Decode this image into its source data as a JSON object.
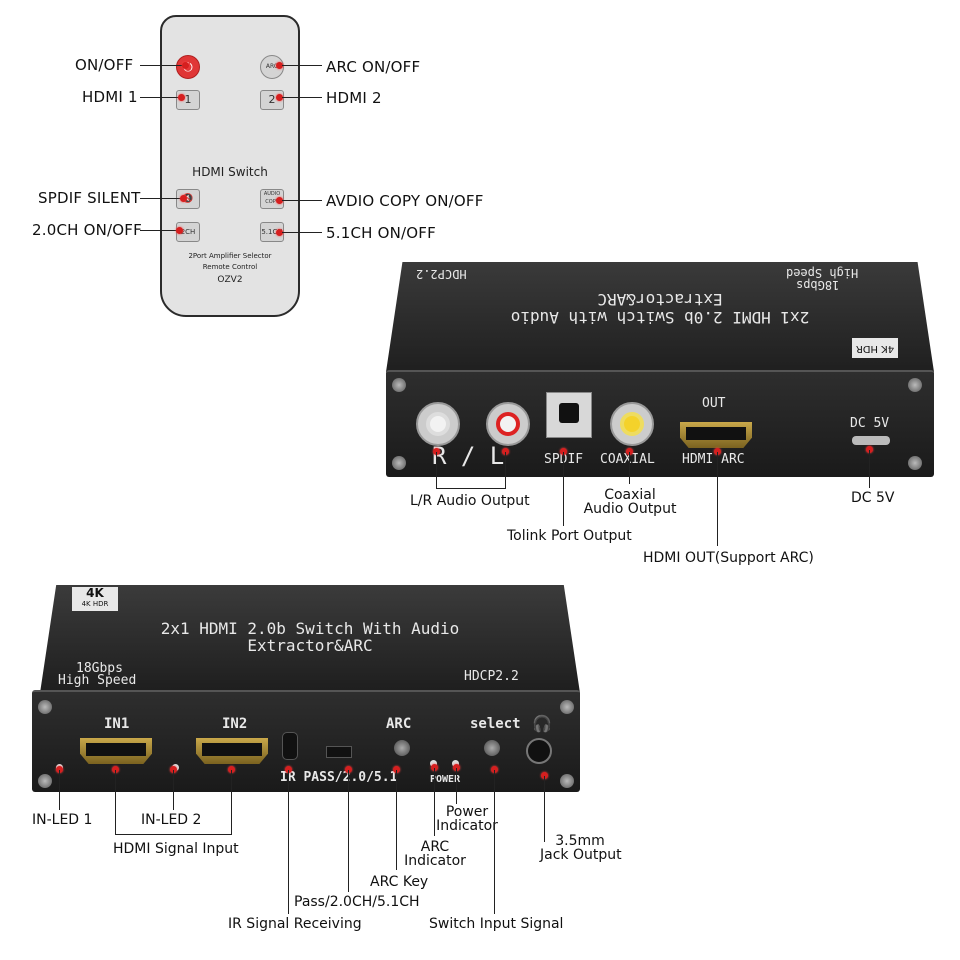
{
  "remote": {
    "buttons": {
      "power": "⏻",
      "arc": "ARC",
      "hdmi1": "1",
      "hdmi2": "2",
      "mute": "🔇",
      "audio_copy": "AUDIO COPY",
      "ch2": "2CH",
      "ch51": "5.1CH"
    },
    "title": "HDMI Switch",
    "caption_line1": "2Port Amplifier Selector",
    "caption_line2": "Remote Control",
    "model": "OZV2",
    "labels": {
      "on_off": "ON/OFF",
      "hdmi1": "HDMI 1",
      "spdif_silent": "SPDIF SILENT",
      "ch20": "2.0CH ON/OFF",
      "arc_on_off": "ARC ON/OFF",
      "hdmi2": "HDMI 2",
      "audio_copy": "AVDIO COPY ON/OFF",
      "ch51": "5.1CH ON/OFF"
    }
  },
  "device_back": {
    "top_title_line1": "2x1 HDMI 2.0b Switch with Audio",
    "top_title_line2": "Extractor&ARC",
    "top_hdcp": "HDCP2.2",
    "top_speed_line1": "18Gbps",
    "top_speed_line2": "High Speed",
    "badge": "4K HDR",
    "port_rl": "R / L",
    "port_spdif": "SPDIF",
    "port_coaxial": "COAXIAL",
    "port_out": "OUT",
    "port_hdmi_arc": "HDMI ARC",
    "port_dc": "DC 5V",
    "callouts": {
      "lr_audio": "L/R Audio Output",
      "toslink": "Tolink Port Output",
      "coaxial_line1": "Coaxial",
      "coaxial_line2": "Audio Output",
      "hdmi_out": "HDMI OUT(Support ARC)",
      "dc": "DC 5V"
    }
  },
  "device_front": {
    "top_title_line1": "2x1 HDMI 2.0b Switch With Audio",
    "top_title_line2": "Extractor&ARC",
    "top_speed_line1": "18Gbps",
    "top_speed_line2": "High Speed",
    "top_hdcp": "HDCP2.2",
    "badge_big": "4K",
    "badge_small": "4K  HDR",
    "port_in1": "IN1",
    "port_in2": "IN2",
    "port_arc": "ARC",
    "port_select": "select",
    "port_headphone": "🎧",
    "port_ir": "IR PASS/2.0/5.1",
    "port_power": "POWER",
    "callouts": {
      "in_led1": "IN-LED 1",
      "in_led2": "IN-LED 2",
      "hdmi_signal": "HDMI Signal Input",
      "ir_receiving": "IR Signal Receiving",
      "pass": "Pass/2.0CH/5.1CH",
      "arc_key": "ARC Key",
      "arc_ind_line1": "ARC",
      "arc_ind_line2": "Indicator",
      "power_ind_line1": "Power",
      "power_ind_line2": "Indicator",
      "switch_input": "Switch Input Signal",
      "jack_line1": "3.5mm",
      "jack_line2": "Jack Output"
    }
  }
}
